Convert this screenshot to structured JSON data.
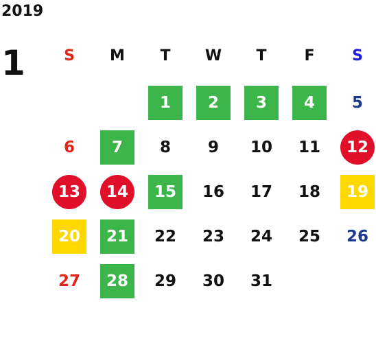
{
  "year": "2019",
  "month": "1",
  "weekdays": [
    "S",
    "M",
    "T",
    "W",
    "T",
    "F",
    "S"
  ],
  "colors": {
    "green": "#3cb54a",
    "yellow": "#ffd800",
    "red": "#e0102a",
    "sunday_text": "#e1251b",
    "saturday_text": "#1a3a8f"
  },
  "weeks": [
    [
      {
        "day": ""
      },
      {
        "day": ""
      },
      {
        "day": "1",
        "mark": "green"
      },
      {
        "day": "2",
        "mark": "green"
      },
      {
        "day": "3",
        "mark": "green"
      },
      {
        "day": "4",
        "mark": "green"
      },
      {
        "day": "5"
      }
    ],
    [
      {
        "day": "6"
      },
      {
        "day": "7",
        "mark": "green"
      },
      {
        "day": "8"
      },
      {
        "day": "9"
      },
      {
        "day": "10"
      },
      {
        "day": "11"
      },
      {
        "day": "12",
        "mark": "red"
      }
    ],
    [
      {
        "day": "13",
        "mark": "red"
      },
      {
        "day": "14",
        "mark": "red"
      },
      {
        "day": "15",
        "mark": "green"
      },
      {
        "day": "16"
      },
      {
        "day": "17"
      },
      {
        "day": "18"
      },
      {
        "day": "19",
        "mark": "yellow"
      }
    ],
    [
      {
        "day": "20",
        "mark": "yellow"
      },
      {
        "day": "21",
        "mark": "green"
      },
      {
        "day": "22"
      },
      {
        "day": "23"
      },
      {
        "day": "24"
      },
      {
        "day": "25"
      },
      {
        "day": "26"
      }
    ],
    [
      {
        "day": "27"
      },
      {
        "day": "28",
        "mark": "green"
      },
      {
        "day": "29"
      },
      {
        "day": "30"
      },
      {
        "day": "31"
      },
      {
        "day": ""
      },
      {
        "day": ""
      }
    ]
  ]
}
